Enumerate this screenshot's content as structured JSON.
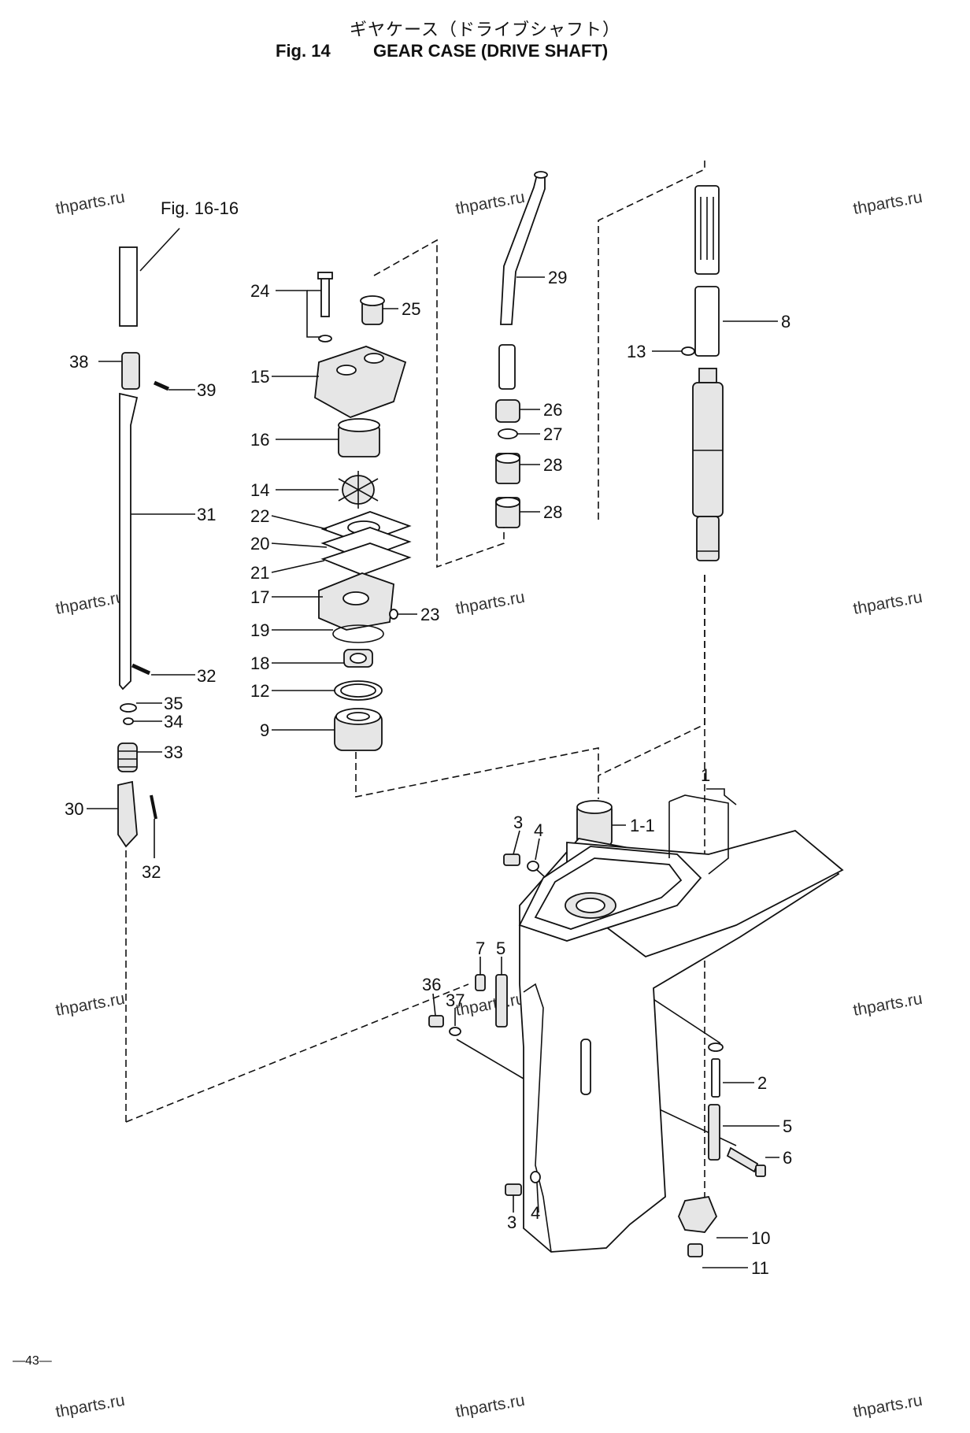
{
  "header": {
    "title_jp": "ギヤケース（ドライブシャフト）",
    "fig_label": "Fig. 14",
    "fig_name": "GEAR CASE (DRIVE SHAFT)"
  },
  "reference": "Fig. 16-16",
  "page_number": "—43—",
  "watermark": "thparts.ru",
  "callouts": {
    "c1": "1",
    "c1_1": "1-1",
    "c2": "2",
    "c3a": "3",
    "c3b": "3",
    "c4a": "4",
    "c4b": "4",
    "c5a": "5",
    "c5b": "5",
    "c6": "6",
    "c7": "7",
    "c8": "8",
    "c9": "9",
    "c10": "10",
    "c11": "11",
    "c12": "12",
    "c13": "13",
    "c14": "14",
    "c15": "15",
    "c16": "16",
    "c17": "17",
    "c18": "18",
    "c19": "19",
    "c20": "20",
    "c21": "21",
    "c22": "22",
    "c23": "23",
    "c24": "24",
    "c25": "25",
    "c26": "26",
    "c27": "27",
    "c28a": "28",
    "c28b": "28",
    "c29": "29",
    "c30": "30",
    "c31": "31",
    "c32a": "32",
    "c32b": "32",
    "c33": "33",
    "c34": "34",
    "c35": "35",
    "c36": "36",
    "c37": "37",
    "c38": "38",
    "c39": "39"
  }
}
